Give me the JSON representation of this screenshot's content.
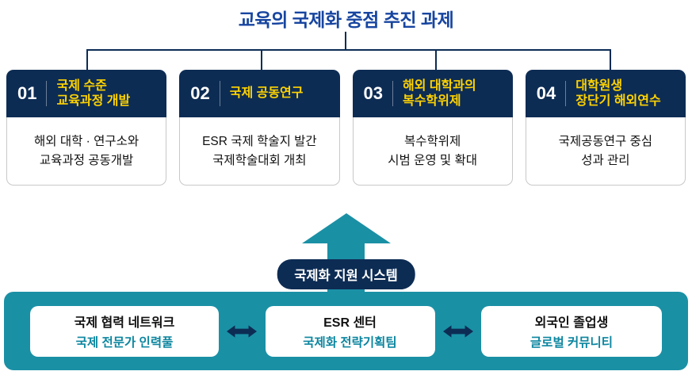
{
  "title": "교육의 국제화 중점 추진 과제",
  "cards": [
    {
      "number": "01",
      "header": "국제 수준\n교육과정 개발",
      "body": "해외 대학 · 연구소와\n교육과정 공동개발"
    },
    {
      "number": "02",
      "header": "국제 공동연구",
      "body": "ESR 국제 학술지 발간\n국제학술대회 개최"
    },
    {
      "number": "03",
      "header": "해외 대학과의\n복수학위제",
      "body": "복수학위제\n시범 운영 및 확대"
    },
    {
      "number": "04",
      "header": "대학원생\n장단기 해외연수",
      "body": "국제공동연구 중심\n성과 관리"
    }
  ],
  "support_label": "국제화 지원 시스템",
  "bottom_boxes": [
    {
      "line1": "국제 협력 네트워크",
      "line2": "국제 전문가 인력풀"
    },
    {
      "line1": "ESR 센터",
      "line2": "국제화 전략기획팀"
    },
    {
      "line1": "외국인 졸업생",
      "line2": "글로벌 커뮤니티"
    }
  ],
  "colors": {
    "title_blue": "#1745a0",
    "header_navy": "#0d2c54",
    "accent_yellow": "#ffd300",
    "teal": "#1a90a5",
    "teal_text": "#0d86a0"
  }
}
